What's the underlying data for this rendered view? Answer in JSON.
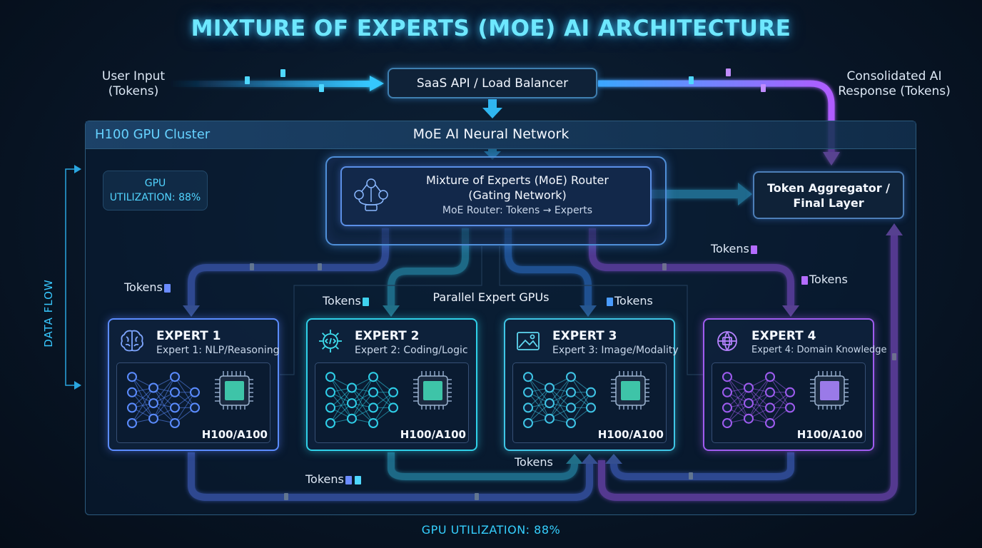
{
  "title": "MIXTURE OF EXPERTS (MOE) AI ARCHITECTURE",
  "input": {
    "line1": "User Input",
    "line2": "(Tokens)"
  },
  "output": {
    "line1": "Consolidated AI",
    "line2": "Response (Tokens)"
  },
  "api": {
    "label": "SaaS API / Load Balancer"
  },
  "cluster": {
    "title": "H100 GPU Cluster",
    "network_title": "MoE AI Neural Network"
  },
  "gpu_util": {
    "line1": "GPU",
    "line2": "UTILIZATION: 88%"
  },
  "router": {
    "line1": "Mixture of Experts (MoE) Router",
    "line2": "(Gating Network)",
    "sub": "MoE Router: Tokens → Experts"
  },
  "aggregator": {
    "line1": "Token Aggregator /",
    "line2": "Final Layer"
  },
  "parallel_label": "Parallel Expert GPUs",
  "tokens_label": "Tokens",
  "data_flow": "DATA FLOW",
  "bottom_util": "GPU UTILIZATION: 88%",
  "experts": [
    {
      "name": "EXPERT 1",
      "desc": "Expert 1: NLP/Reasoning",
      "chip": "H100/A100",
      "color": "#5b8cff",
      "icon": "brain-icon"
    },
    {
      "name": "EXPERT 2",
      "desc": "Expert 2: Coding/Logic",
      "chip": "H100/A100",
      "color": "#2fd0e8",
      "icon": "gear-code-icon"
    },
    {
      "name": "EXPERT 3",
      "desc": "Expert 3: Image/Modality",
      "chip": "H100/A100",
      "color": "#3fc6e6",
      "icon": "image-icon"
    },
    {
      "name": "EXPERT 4",
      "desc": "Expert 4: Domain Knowledge",
      "chip": "H100/A100",
      "color": "#a05cf0",
      "icon": "globe-book-icon"
    }
  ],
  "colors": {
    "cyan": "#35d0ff",
    "blue": "#5b7cff",
    "purple": "#b05cff"
  }
}
